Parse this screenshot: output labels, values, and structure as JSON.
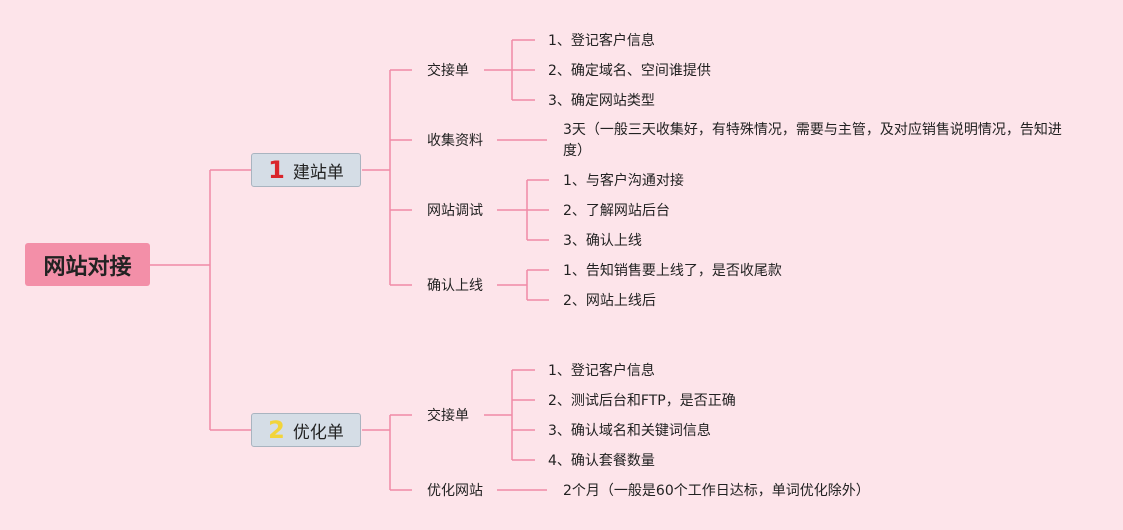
{
  "root": {
    "label": "网站对接"
  },
  "branches": [
    {
      "number": "1",
      "number_color": "#d9252b",
      "label": "建站单",
      "subs": [
        {
          "label": "交接单",
          "leaves": [
            "1、登记客户信息",
            "2、确定域名、空间谁提供",
            "3、确定网站类型"
          ]
        },
        {
          "label": "收集资料",
          "leaves": [
            "3天（一般三天收集好，有特殊情况，需要与主管，及对应销售说明情况，告知进度）"
          ]
        },
        {
          "label": "网站调试",
          "leaves": [
            "1、与客户沟通对接",
            "2、了解网站后台",
            "3、确认上线"
          ]
        },
        {
          "label": "确认上线",
          "leaves": [
            "1、告知销售要上线了，是否收尾款",
            "2、网站上线后"
          ]
        }
      ]
    },
    {
      "number": "2",
      "number_color": "#f2d43a",
      "label": "优化单",
      "subs": [
        {
          "label": "交接单",
          "leaves": [
            "1、登记客户信息",
            "2、测试后台和FTP，是否正确",
            "3、确认域名和关键词信息",
            "4、确认套餐数量"
          ]
        },
        {
          "label": "优化网站",
          "leaves": [
            "2个月（一般是60个工作日达标，单词优化除外）"
          ]
        }
      ]
    }
  ],
  "colors": {
    "line": "#f08aa6",
    "background": "#fde4ea",
    "root_fill": "#f38fa8",
    "branch_fill": "#d5dde6"
  }
}
